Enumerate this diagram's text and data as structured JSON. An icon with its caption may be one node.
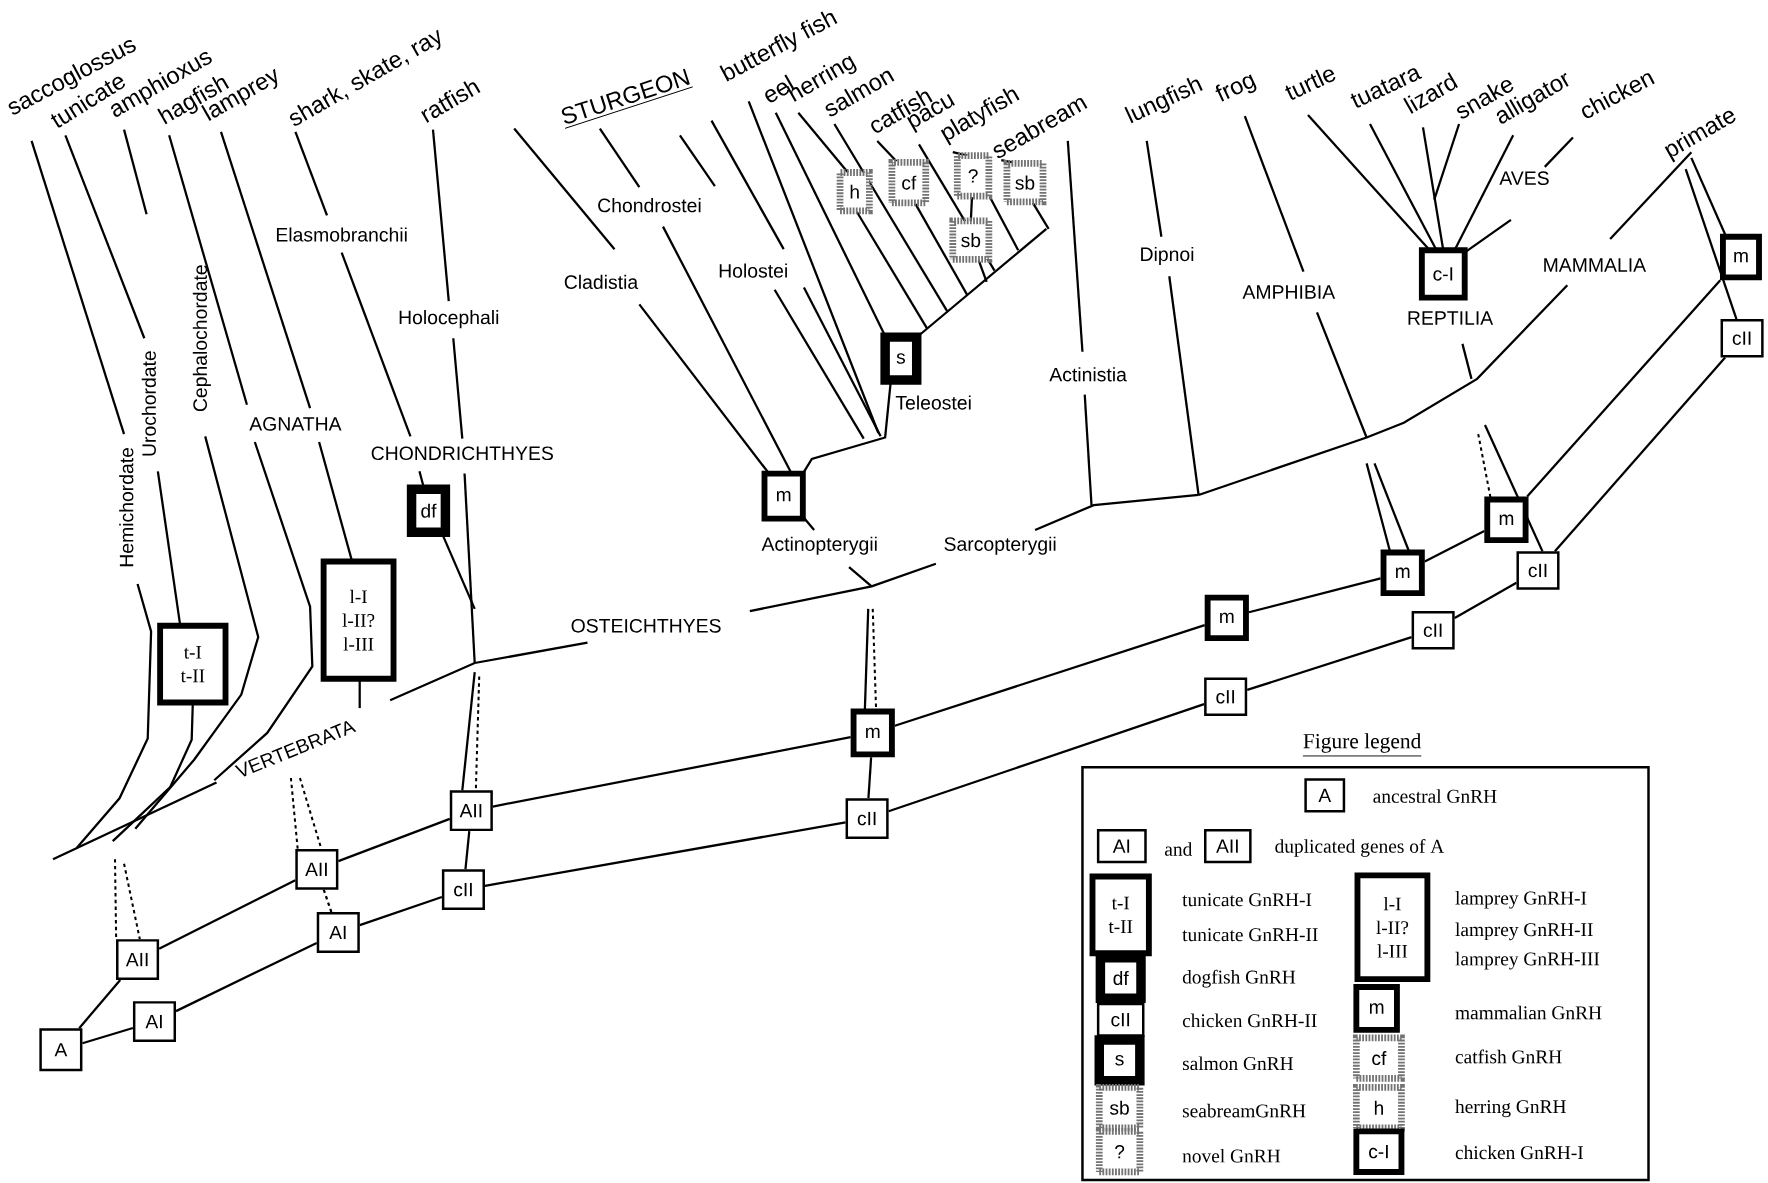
{
  "diagram": {
    "nodes": [
      {
        "text": [
          "A"
        ]
      },
      {
        "text": [
          "AII"
        ]
      },
      {
        "text": [
          "AI"
        ]
      },
      {
        "text": [
          "t-I",
          "t-II"
        ]
      },
      {
        "text": [
          "AII"
        ]
      },
      {
        "text": [
          "AI"
        ]
      },
      {
        "text": [
          "l-I",
          "l-II?",
          "l-III"
        ]
      },
      {
        "text": [
          "df"
        ]
      },
      {
        "text": [
          "AII"
        ]
      },
      {
        "text": [
          "cII"
        ]
      },
      {
        "text": [
          "m"
        ]
      },
      {
        "text": [
          "cII"
        ]
      },
      {
        "text": [
          "m"
        ]
      },
      {
        "text": [
          "s"
        ]
      },
      {
        "text": [
          "h"
        ]
      },
      {
        "text": [
          "cf"
        ]
      },
      {
        "text": [
          "?"
        ]
      },
      {
        "text": [
          "sb"
        ]
      },
      {
        "text": [
          "sb"
        ]
      },
      {
        "text": [
          "m"
        ]
      },
      {
        "text": [
          "cII"
        ]
      },
      {
        "text": [
          "m"
        ]
      },
      {
        "text": [
          "cII"
        ]
      },
      {
        "text": [
          "m"
        ]
      },
      {
        "text": [
          "cII"
        ]
      },
      {
        "text": [
          "c-I"
        ]
      },
      {
        "text": [
          "m"
        ]
      },
      {
        "text": [
          "cII"
        ]
      },
      {
        "text": [
          "Figure legend"
        ]
      },
      {
        "text": [
          "A"
        ],
        "in": 28
      },
      {
        "text": [
          "AI"
        ],
        "in": 28
      },
      {
        "text": [
          "AII"
        ],
        "in": 28
      },
      {
        "text": [
          "t-I",
          "t-II"
        ],
        "in": 28
      },
      {
        "text": [
          "l-I",
          "l-II?",
          "l-III"
        ],
        "in": 28
      },
      {
        "text": [
          "df"
        ],
        "in": 28
      },
      {
        "text": [
          "cII"
        ],
        "in": 28
      },
      {
        "text": [
          "m"
        ],
        "in": 28
      },
      {
        "text": [
          "s"
        ],
        "in": 28
      },
      {
        "text": [
          "cf"
        ],
        "in": 28
      },
      {
        "text": [
          "sb"
        ],
        "in": 28
      },
      {
        "text": [
          "h"
        ],
        "in": 28
      },
      {
        "text": [
          "?"
        ],
        "in": 28
      },
      {
        "text": [
          "c-I"
        ],
        "in": 28
      }
    ],
    "edges": [
      {
        "from": 0,
        "to": 1,
        "arrow": "none"
      },
      {
        "from": 0,
        "to": 2,
        "arrow": "none"
      },
      {
        "from": 1,
        "to": 4,
        "arrow": "none"
      },
      {
        "from": 2,
        "to": 5,
        "arrow": "none"
      },
      {
        "from": 4,
        "to": 8,
        "arrow": "none"
      },
      {
        "from": 5,
        "to": 9,
        "arrow": "none"
      },
      {
        "from": 8,
        "to": 10,
        "arrow": "none"
      },
      {
        "from": 9,
        "to": 11,
        "arrow": "none"
      },
      {
        "from": 11,
        "to": 10,
        "arrow": "none"
      },
      {
        "from": 10,
        "to": 19,
        "arrow": "none"
      },
      {
        "from": 11,
        "to": 20,
        "arrow": "none"
      },
      {
        "from": 19,
        "to": 21,
        "arrow": "none"
      },
      {
        "from": 20,
        "to": 22,
        "arrow": "none"
      },
      {
        "from": 21,
        "to": 23,
        "arrow": "none"
      },
      {
        "from": 22,
        "to": 24,
        "arrow": "none"
      },
      {
        "from": 23,
        "to": 26,
        "arrow": "none"
      },
      {
        "from": 24,
        "to": 27,
        "arrow": "none"
      },
      {
        "from": 8,
        "to": 9,
        "arrow": "none"
      },
      {
        "from": 4,
        "to": 5,
        "arrow": "none",
        "style": "dashed"
      }
    ],
    "labels": [
      "saccoglossus",
      "tunicate",
      "amphioxus",
      "hagfish",
      "lamprey",
      "shark, skate, ray",
      "ratfish",
      "STURGEON",
      "butterfly fish",
      "eel",
      "herring",
      "salmon",
      "catfish",
      "pacu",
      "platyfish",
      "seabream",
      "lungfish",
      "frog",
      "turtle",
      "tuatara",
      "lizard",
      "snake",
      "alligator",
      "chicken",
      "primate",
      "Hemichordate",
      "Urochordate",
      "Cephalochordate",
      "Elasmobranchii",
      "Holocephali",
      "AGNATHA",
      "CHONDRICHTHYES",
      "Cladistia",
      "Chondrostei",
      "Holostei",
      "Teleostei",
      "Actinopterygii",
      "Sarcopterygii",
      "OSTEICHTHYES",
      "VERTEBRATA",
      "Actinistia",
      "Dipnoi",
      "AMPHIBIA",
      "REPTILIA",
      "AVES",
      "MAMMALIA",
      "and"
    ],
    "legend": [
      {
        "text": "ancestral GnRH"
      },
      {
        "text": "duplicated genes of A"
      },
      {
        "text": "tunicate GnRH-I"
      },
      {
        "text": "lamprey GnRH-I"
      },
      {
        "text": "tunicate GnRH-II"
      },
      {
        "text": "lamprey GnRH-II"
      },
      {
        "text": "lamprey GnRH-III"
      },
      {
        "text": "dogfish GnRH"
      },
      {
        "text": "chicken GnRH-II"
      },
      {
        "text": "mammalian GnRH"
      },
      {
        "text": "salmon GnRH"
      },
      {
        "text": "catfish GnRH"
      },
      {
        "text": "seabreamGnRH"
      },
      {
        "text": "herring GnRH"
      },
      {
        "text": "novel GnRH"
      },
      {
        "text": "chicken GnRH-I"
      }
    ]
  }
}
